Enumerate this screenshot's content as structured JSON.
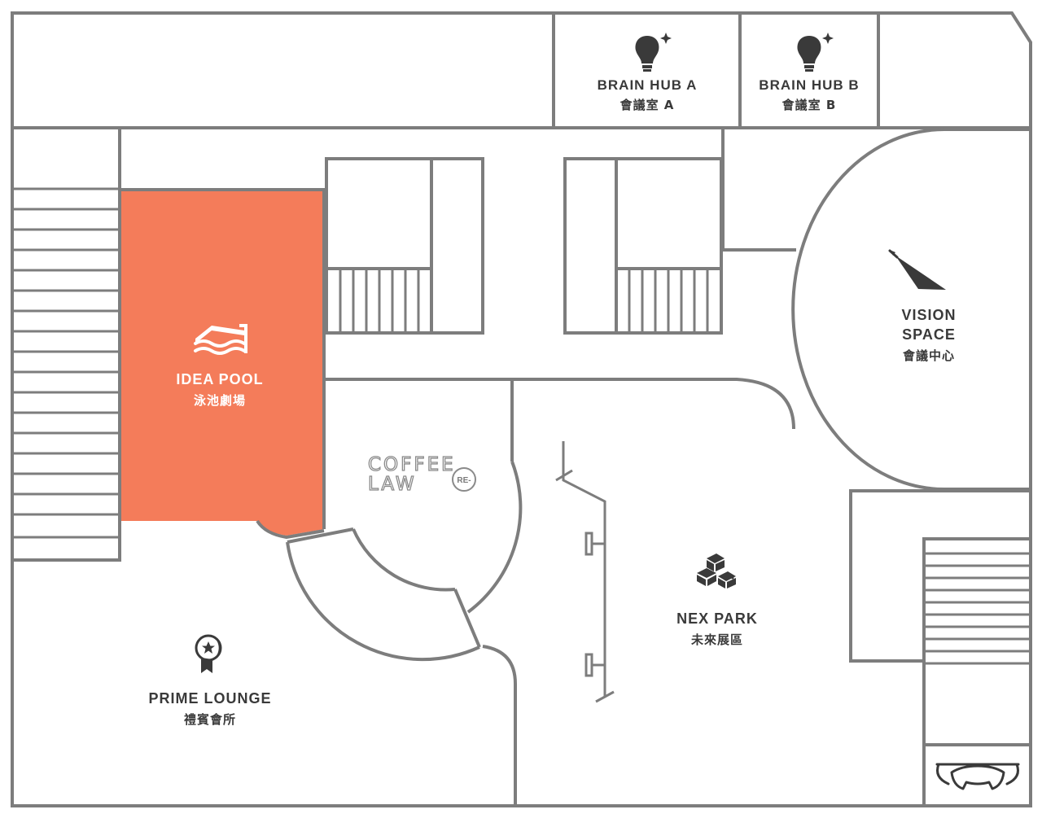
{
  "colors": {
    "wall": "#7d7d7d",
    "highlight": "#f47c5a",
    "text": "#3a3a3a",
    "background": "#ffffff"
  },
  "rooms": {
    "brain_hub_a": {
      "name": "BRAIN HUB A",
      "sub": "會議室 A",
      "icon": "lightbulb-icon"
    },
    "brain_hub_b": {
      "name": "BRAIN HUB B",
      "sub": "會議室 B",
      "icon": "lightbulb-icon"
    },
    "vision_space": {
      "name_line1": "VISION",
      "name_line2": "SPACE",
      "sub": "會議中心",
      "icon": "paper-plane-icon"
    },
    "idea_pool": {
      "name": "IDEA POOL",
      "sub": "泳池劇場",
      "icon": "pool-waves-icon"
    },
    "coffee_law": {
      "line1": "COFFEE",
      "line2": "LAW",
      "badge": "RE-"
    },
    "nex_park": {
      "name": "NEX PARK",
      "sub": "未來展區",
      "icon": "building-blocks-icon"
    },
    "prime_lounge": {
      "name": "PRIME LOUNGE",
      "sub": "禮賓會所",
      "icon": "award-badge-icon"
    }
  },
  "features": {
    "staircases": 3,
    "circular_sofa": "sofa-icon"
  }
}
